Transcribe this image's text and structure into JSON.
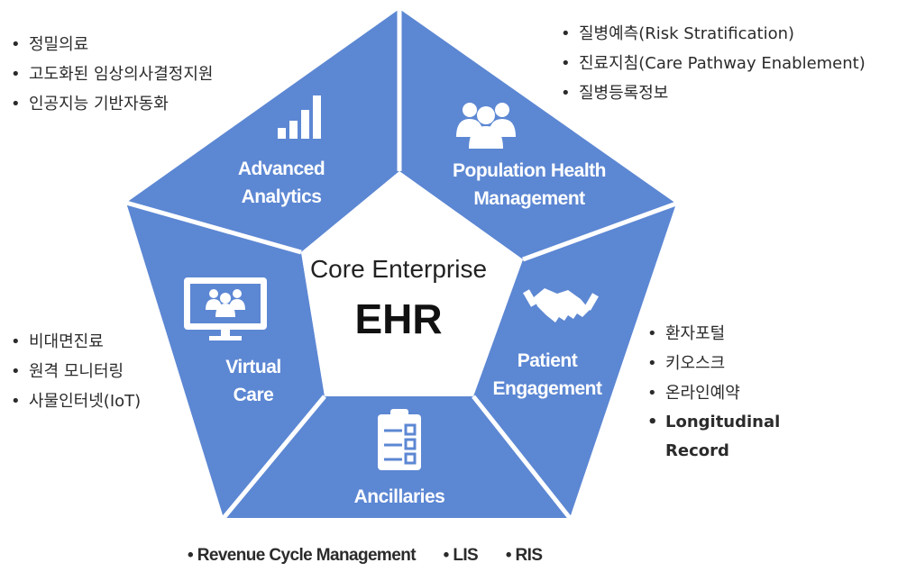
{
  "colors": {
    "segment": "#5c87d3",
    "separator": "#ffffff",
    "text": "#2b2b2b"
  },
  "center": {
    "subtitle": "Core Enterprise",
    "title": "EHR"
  },
  "segments": {
    "advanced_analytics": {
      "line1": "Advanced",
      "line2": "Analytics",
      "icon": "bar-chart-icon"
    },
    "population_health": {
      "line1": "Population Health",
      "line2": "Management",
      "icon": "people-group-icon"
    },
    "patient_engagement": {
      "line1": "Patient",
      "line2": "Engagement",
      "icon": "handshake-icon"
    },
    "ancillaries": {
      "line1": "Ancillaries",
      "icon": "checklist-icon"
    },
    "virtual_care": {
      "line1": "Virtual",
      "line2": "Care",
      "icon": "monitor-people-icon"
    }
  },
  "notes": {
    "top_left": [
      "정밀의료",
      "고도화된 임상의사결정지원",
      "인공지능 기반자동화"
    ],
    "top_right": [
      "질병예측(Risk Stratification)",
      "진료지침(Care Pathway Enablement)",
      "질병등록정보"
    ],
    "left": [
      "비대면진료",
      "원격 모니터링",
      "사물인터넷(IoT)"
    ],
    "right": [
      "환자포털",
      "키오스크",
      "온라인예약",
      "Longitudinal Record"
    ],
    "bottom": [
      "Revenue Cycle Management",
      "LIS",
      "RIS"
    ]
  }
}
